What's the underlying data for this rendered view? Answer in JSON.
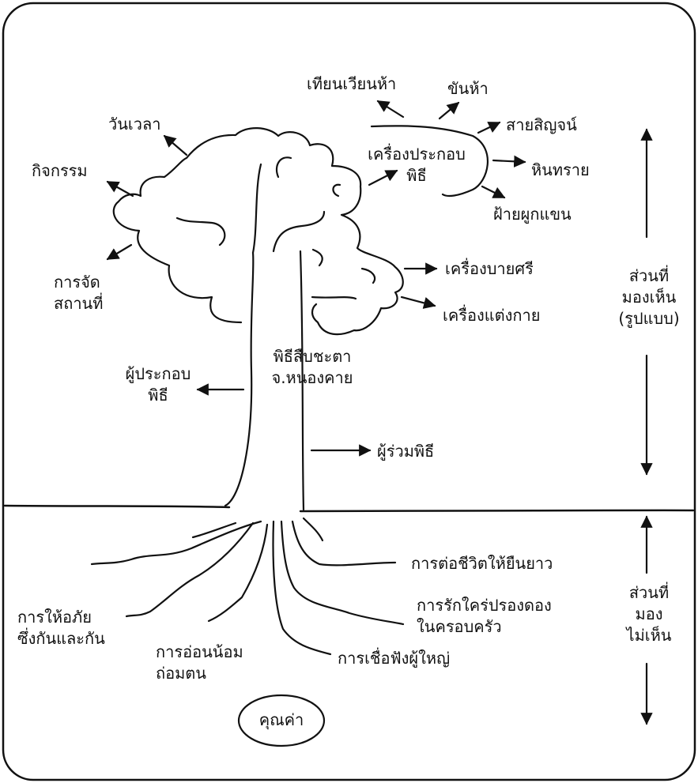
{
  "diagram": {
    "center_label": [
      "พิธีสืบชะตา",
      "จ.หนองคาย"
    ],
    "crown_items": {
      "tian": "เทียนเวียนห้า",
      "khan": "ขันห้า",
      "sai": "สายสิญจน์",
      "ceremony_items": [
        "เครื่องประกอบ",
        "พิธี"
      ],
      "hin": "หินทราย",
      "fai": "ฝ้ายผูกแขน",
      "wan": "วันเวลา",
      "kit": "กิจกรรม",
      "place": [
        "การจัด",
        "สถานที่"
      ],
      "bai": "เครื่องบายศรี",
      "taeng": "เครื่องแต่งกาย",
      "performer": [
        "ผู้ประกอบ",
        "พิธี"
      ],
      "participant": "ผู้ร่วมพิธี"
    },
    "visible_side": [
      "ส่วนที่",
      "มองเห็น",
      "(รูปแบบ)"
    ],
    "roots": {
      "prolong": "การต่อชีวิตให้ยืนยาว",
      "family": [
        "การรักใคร่ปรองดอง",
        "ในครอบครัว"
      ],
      "forgive": [
        "การให้อภัย",
        "ซึ่งกันและกัน"
      ],
      "humble": [
        "การอ่อนน้อม",
        "ถ่อมตน"
      ],
      "obey": "การเชื่อฟังผู้ใหญ่",
      "value": "คุณค่า"
    },
    "hidden_side": [
      "ส่วนที่",
      "มอง",
      "ไม่เห็น"
    ]
  }
}
